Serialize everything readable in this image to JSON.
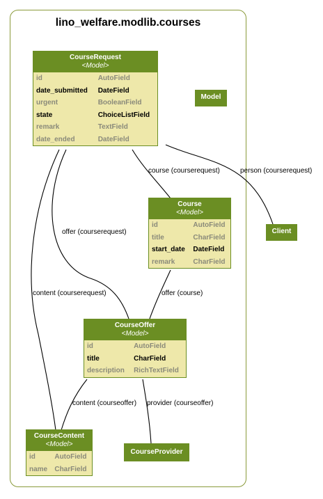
{
  "cluster": {
    "title": "lino_welfare.modlib.courses"
  },
  "model_tag": "<Model>",
  "models": {
    "courserequest": {
      "name": "CourseRequest",
      "fields": [
        {
          "name": "id",
          "type": "AutoField",
          "emphasis": false
        },
        {
          "name": "date_submitted",
          "type": "DateField",
          "emphasis": true
        },
        {
          "name": "urgent",
          "type": "BooleanField",
          "emphasis": false
        },
        {
          "name": "state",
          "type": "ChoiceListField",
          "emphasis": true
        },
        {
          "name": "remark",
          "type": "TextField",
          "emphasis": false
        },
        {
          "name": "date_ended",
          "type": "DateField",
          "emphasis": false
        }
      ]
    },
    "course": {
      "name": "Course",
      "fields": [
        {
          "name": "id",
          "type": "AutoField",
          "emphasis": false
        },
        {
          "name": "title",
          "type": "CharField",
          "emphasis": false
        },
        {
          "name": "start_date",
          "type": "DateField",
          "emphasis": true
        },
        {
          "name": "remark",
          "type": "CharField",
          "emphasis": false
        }
      ]
    },
    "courseoffer": {
      "name": "CourseOffer",
      "fields": [
        {
          "name": "id",
          "type": "AutoField",
          "emphasis": false
        },
        {
          "name": "title",
          "type": "CharField",
          "emphasis": true
        },
        {
          "name": "description",
          "type": "RichTextField",
          "emphasis": false
        }
      ]
    },
    "coursecontent": {
      "name": "CourseContent",
      "fields": [
        {
          "name": "id",
          "type": "AutoField",
          "emphasis": false
        },
        {
          "name": "name",
          "type": "CharField",
          "emphasis": false
        }
      ]
    }
  },
  "boxes": {
    "model": "Model",
    "client": "Client",
    "courseprovider": "CourseProvider"
  },
  "edges": {
    "course": "course (courserequest)",
    "person": "person (courserequest)",
    "offer_cr": "offer (courserequest)",
    "offer_course": "offer (course)",
    "content_cr": "content (courserequest)",
    "content_co": "content (courseoffer)",
    "provider_co": "provider (courseoffer)"
  },
  "colors": {
    "header": "#6b8e23",
    "body": "#eee8aa",
    "muted_text": "#8a8a7a",
    "cluster_border": "#8a9a3a"
  }
}
